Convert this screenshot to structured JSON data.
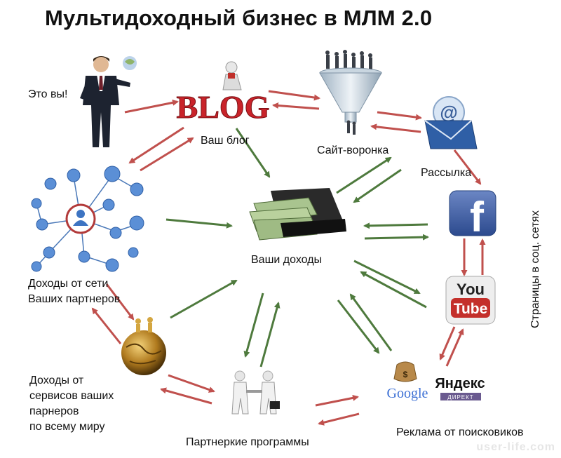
{
  "title": "Мультидоходный бизнес в МЛМ 2.0",
  "nodes": {
    "you": "Это вы!",
    "blog": "Ваш блог",
    "funnel": "Сайт-воронка",
    "mailing": "Рассылка",
    "income": "Ваши доходы",
    "network": [
      "Доходы от сети",
      "Ваших партнеров"
    ],
    "services": [
      "Доходы от",
      "сервисов ваших",
      "парнеров",
      "по всему миру"
    ],
    "partner": "Партнеркие программы",
    "ads": "Реклама от поисковиков",
    "social": "Страницы в соц. сетях"
  },
  "logos": {
    "blog": "BLOG",
    "facebook": "f",
    "youtube_you": "You",
    "youtube_tube": "Tube",
    "google": "Google",
    "yandex": "Яндекс",
    "yandex_sub": "ДИРЕКТ"
  },
  "watermark": "user-life.com",
  "colors": {
    "red_arrow": "#c0504d",
    "green_arrow": "#4e7a3d"
  }
}
